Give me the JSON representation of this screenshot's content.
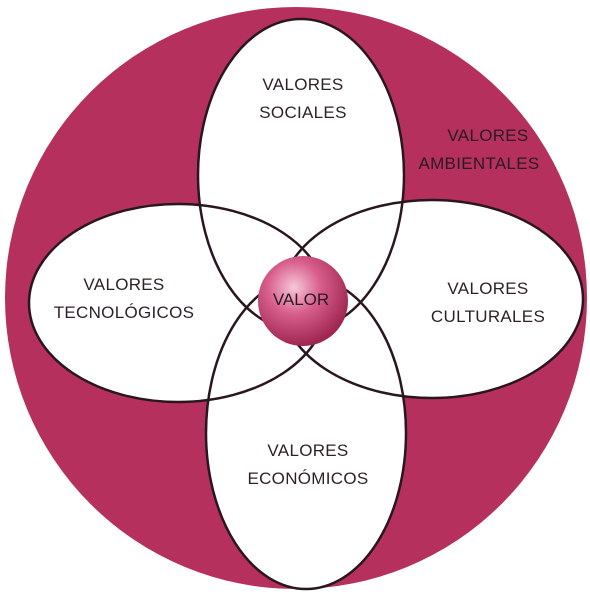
{
  "diagram": {
    "outer_label": [
      "VALORES",
      "AMBIENTALES"
    ],
    "petals": {
      "top": [
        "VALORES",
        "SOCIALES"
      ],
      "right": [
        "VALORES",
        "CULTURALES"
      ],
      "bottom": [
        "VALORES",
        "ECONÓMICOS"
      ],
      "left": [
        "VALORES",
        "TECNOLÓGICOS"
      ]
    },
    "center_label": "VALOR",
    "colors": {
      "outer_circle": "#b5305c",
      "petal_fill": "#ffffff",
      "petal_stroke": "#2a1620",
      "center_sphere": "#c9477a"
    }
  }
}
